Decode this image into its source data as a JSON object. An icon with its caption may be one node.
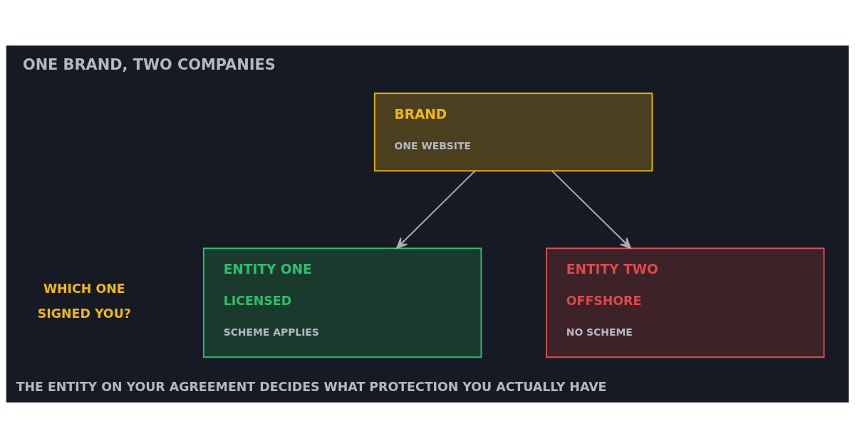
{
  "diagram": {
    "title": "ONE BRAND, TWO COMPANIES",
    "caption": "THE ENTITY ON YOUR AGREEMENT DECIDES WHAT PROTECTION YOU ACTUALLY HAVE",
    "nodes": [
      {
        "text": [
          "BRAND",
          "ONE WEBSITE"
        ]
      },
      {
        "text": [
          "ENTITY ONE",
          "LICENSED",
          "SCHEME APPLIES"
        ]
      },
      {
        "text": [
          "ENTITY TWO",
          "OFFSHORE",
          "NO SCHEME"
        ]
      }
    ],
    "edges": [
      {
        "from": 0,
        "to": 1,
        "arrow": "to"
      },
      {
        "from": 0,
        "to": 2,
        "arrow": "to"
      }
    ],
    "labels": [
      "WHICH ONE SIGNED YOU?"
    ]
  }
}
